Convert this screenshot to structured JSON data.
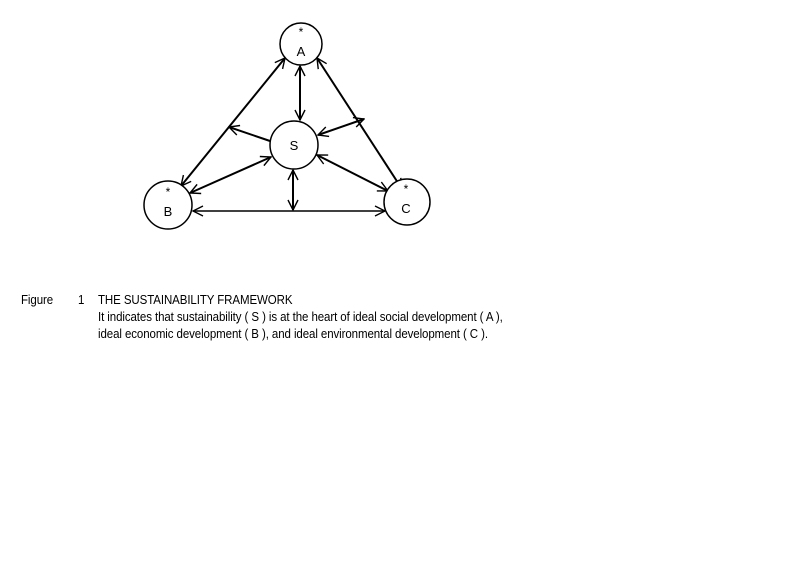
{
  "diagram": {
    "nodes": [
      {
        "id": "A",
        "label": "A",
        "marker": "*"
      },
      {
        "id": "S",
        "label": "S",
        "marker": ""
      },
      {
        "id": "B",
        "label": "B",
        "marker": "*"
      },
      {
        "id": "C",
        "label": "C",
        "marker": "*"
      }
    ],
    "edges": [
      {
        "from": "A",
        "to": "B",
        "bidirectional": true
      },
      {
        "from": "A",
        "to": "C",
        "bidirectional": true
      },
      {
        "from": "A",
        "to": "S",
        "bidirectional": true
      },
      {
        "from": "S",
        "to": "B",
        "bidirectional": true
      },
      {
        "from": "S",
        "to": "C",
        "bidirectional": true
      },
      {
        "from": "S",
        "to": "B-C edge",
        "bidirectional": true
      },
      {
        "from": "S",
        "to": "A-B edge",
        "bidirectional": false
      },
      {
        "from": "S",
        "to": "A-C edge",
        "bidirectional": true
      },
      {
        "from": "B",
        "to": "C",
        "bidirectional": true
      }
    ]
  },
  "caption": {
    "figure_label": "Figure",
    "figure_number": "1",
    "title": "THE SUSTAINABILITY FRAMEWORK",
    "line1": "It indicates that sustainability ( S ) is at the heart of ideal social development ( A ),",
    "line2": "ideal economic development ( B ), and ideal environmental development ( C )."
  }
}
